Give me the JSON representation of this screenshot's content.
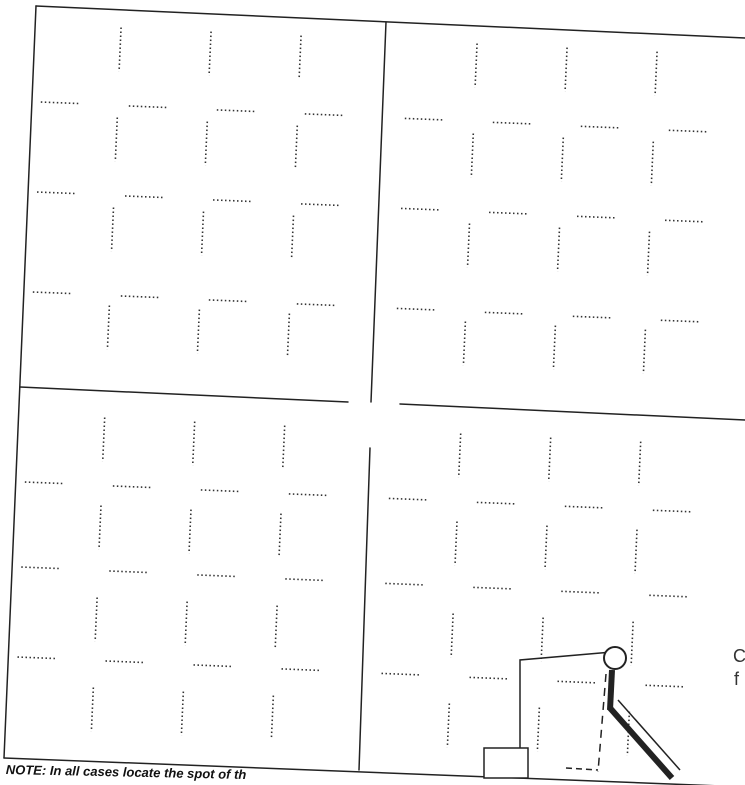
{
  "note": "NOTE: In all cases locate the spot of th",
  "edge_marks": [
    "C",
    "f"
  ]
}
